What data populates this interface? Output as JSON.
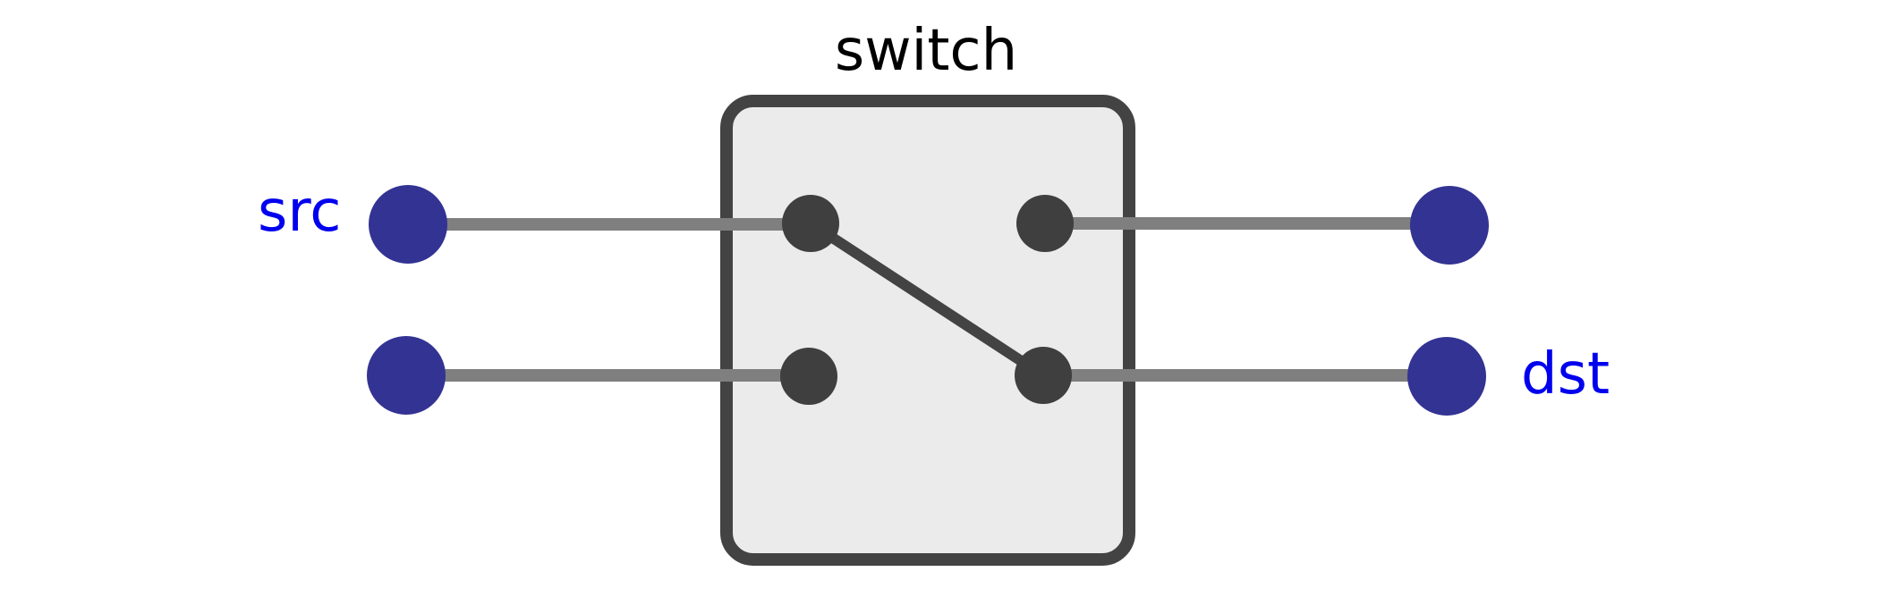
{
  "title": "switch",
  "ports": {
    "src_label": "src",
    "dst_label": "dst"
  },
  "colors": {
    "background": "#ffffff",
    "box_fill": "#ebebeb",
    "box_stroke": "#434343",
    "wire": "#7f7f7f",
    "contact": "#3f3f3f",
    "terminal": "#333394",
    "port_label": "#0000ee",
    "title_text": "#000000"
  },
  "icons": {
    "terminal": "terminal-dot",
    "contact": "switch-contact",
    "lever": "switch-lever"
  }
}
